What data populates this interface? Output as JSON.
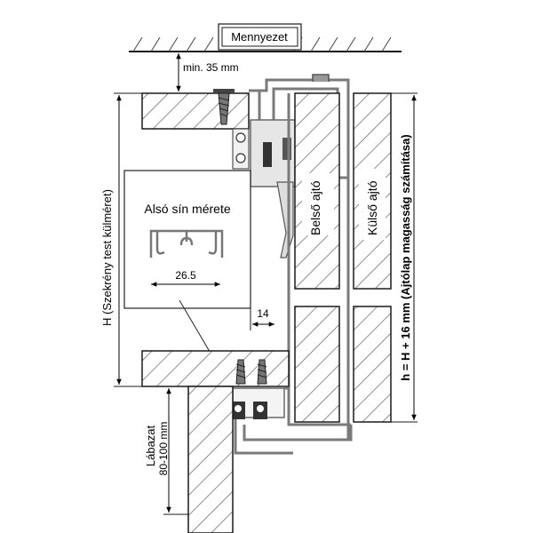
{
  "labels": {
    "ceiling": "Mennyezet",
    "min_gap": "min. 35 mm",
    "inner_door": "Belső ajtó",
    "outer_door": "Külső ajtó",
    "cabinet_height": "H (Szekrény test külméret)",
    "door_height": "h = H + 16 mm (Ajtólap magasság számítása)",
    "plinth": "Lábazat",
    "plinth_range": "80-100 mm",
    "bottom_rail_title": "Alsó sín mérete",
    "rail_width": "26.5",
    "offset": "14"
  },
  "colors": {
    "line": "#1a1a1a",
    "hatch": "#555555",
    "rail": "#7a7a7a",
    "panel_bg": "#ffffff"
  }
}
